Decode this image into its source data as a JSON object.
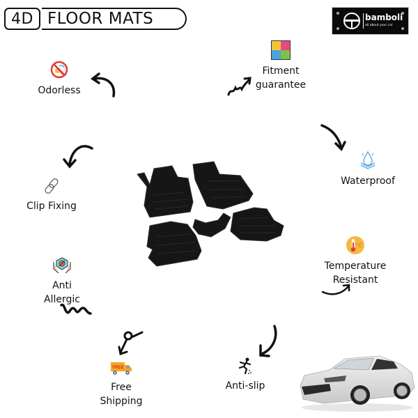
{
  "header": {
    "badge": "4D",
    "title": "FLOOR MATS"
  },
  "logo": {
    "name": "bamboli",
    "tagline": "all about your car"
  },
  "features": {
    "odorless": {
      "label": "Odorless",
      "icon": "no-odor-icon"
    },
    "fitment": {
      "line1": "Fitment",
      "line2": "guarantee",
      "icon": "puzzle-icon"
    },
    "waterproof": {
      "label": "Waterproof",
      "icon": "water-drop-icon"
    },
    "clip_fixing": {
      "label": "Clip Fixing",
      "icon": "chain-link-icon"
    },
    "temperature": {
      "line1": "Temperature",
      "line2": "Resistant",
      "icon": "thermometer-icon"
    },
    "anti_allergic": {
      "line1": "Anti",
      "line2": "Allergic",
      "icon": "allergy-shield-icon"
    },
    "free_shipping": {
      "line1": "Free",
      "line2": "Shipping",
      "icon": "delivery-truck-icon",
      "truck_text": "FREE"
    },
    "anti_slip": {
      "label": "Anti-slip",
      "icon": "slipping-person-icon"
    }
  },
  "colors": {
    "text": "#111111",
    "logo_bg": "#0a0a0a",
    "thermo_bg": "#f4b942",
    "truck": "#f5a623",
    "water": "#5aa9e6"
  }
}
